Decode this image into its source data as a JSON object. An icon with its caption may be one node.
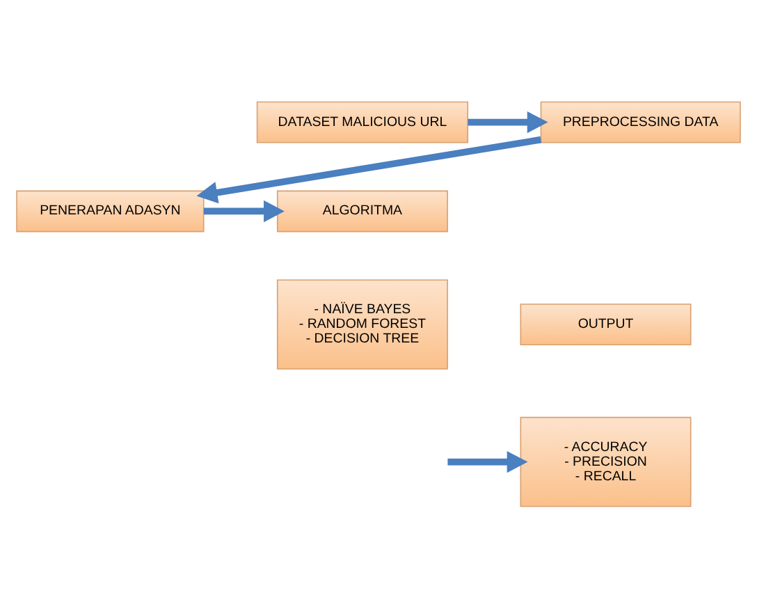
{
  "diagram": {
    "nodes": [
      {
        "text": [
          "DATASET MALICIOUS URL"
        ]
      },
      {
        "text": [
          "PREPROCESSING DATA"
        ]
      },
      {
        "text": [
          "ALGORITMA"
        ]
      },
      {
        "text": [
          "- NAÏVE BAYES - RANDOM FOREST - DECISION TREE"
        ]
      },
      {
        "text": [
          "PENERAPAN ADASYN"
        ]
      },
      {
        "text": [
          "OUTPUT"
        ]
      },
      {
        "text": [
          "- ACCURACY - PRECISION - RECALL"
        ]
      }
    ],
    "edges": [
      {
        "from": 0,
        "to": 1,
        "arrow": "to"
      },
      {
        "from": 1,
        "to": 4,
        "arrow": "to"
      },
      {
        "from": 4,
        "to": 2,
        "arrow": "to"
      },
      {
        "from": null,
        "to": 6,
        "arrow": "to"
      }
    ]
  }
}
